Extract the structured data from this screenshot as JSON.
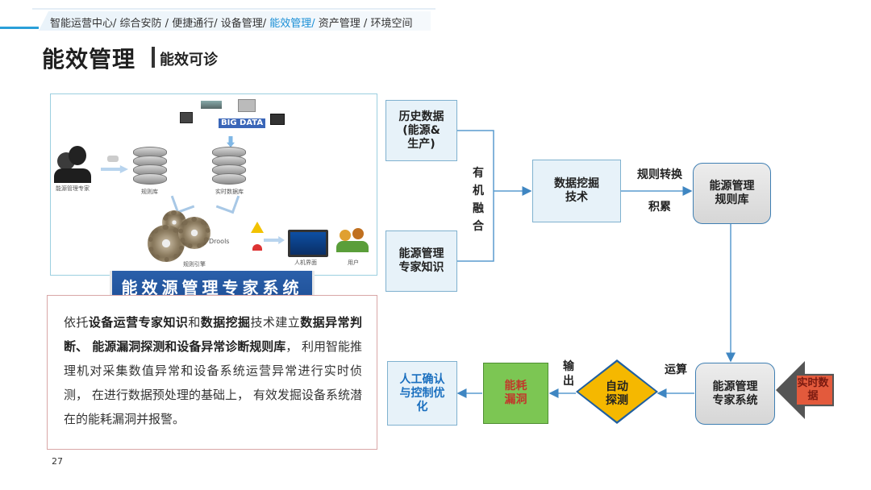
{
  "breadcrumb": {
    "items": [
      "智能运营中心/",
      "综合安防 /",
      "便捷通行/",
      "设备管理/",
      "能效管理/",
      "资产管理 /",
      "环境空间"
    ],
    "active_index": 4
  },
  "title": {
    "main": "能效管理",
    "sub": "能效可诊"
  },
  "illustration": {
    "big_data": "BIG DATA",
    "labels": {
      "expert": "能源管理专家",
      "rule_db": "规则库",
      "realtime_db": "实时数据库",
      "rule_engine": "规则引擎",
      "drools": "Drools",
      "hmi": "人机界面",
      "user": "用户"
    }
  },
  "system_banner": "能效源管理专家系统",
  "description": {
    "parts": [
      {
        "t": "依托",
        "b": false
      },
      {
        "t": "设备运营专家知识",
        "b": true
      },
      {
        "t": "和",
        "b": false
      },
      {
        "t": "数据挖掘",
        "b": true
      },
      {
        "t": "技术建立",
        "b": false
      },
      {
        "t": "数据异常判断、 能源漏洞探测和设备异常诊断规则库",
        "b": true
      },
      {
        "t": "， 利用智能推理机对采集数值异常和设备系统运营异常进行实时侦测， 在进行数据预处理的基础上， 有效发掘设备系统潜在的能耗漏洞并报警。",
        "b": false
      }
    ]
  },
  "flow": {
    "history": "历史数据(能源&生产)",
    "expert_knowledge": "能源管理专家知识",
    "fusion": "有机融合",
    "mining": "数据挖掘技术",
    "rule_convert": "规则转换",
    "accumulate": "积累",
    "rule_db": "能源管理规则库",
    "operate": "运算",
    "expert_system": "能源管理专家系统",
    "realtime": "实时数据",
    "output": "输出",
    "auto_detect": "自动探测",
    "leak": "能耗漏洞",
    "confirm": "人工确认与控制优化"
  },
  "colors": {
    "accent": "#1a8fd6",
    "banner": "#2a5faa",
    "leak": "#7cc653",
    "diamond": "#f5b800",
    "realtime": "#c0392b"
  },
  "page_number": "27"
}
